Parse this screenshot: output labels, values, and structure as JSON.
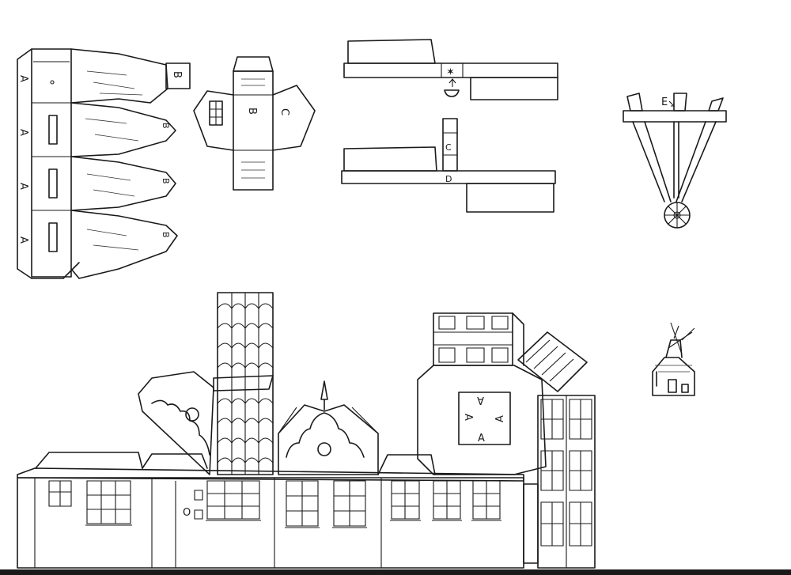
{
  "labels": {
    "a": "A",
    "b": "B",
    "c": "C",
    "d": "D",
    "e": "E",
    "o": "O",
    "star": "✶"
  }
}
